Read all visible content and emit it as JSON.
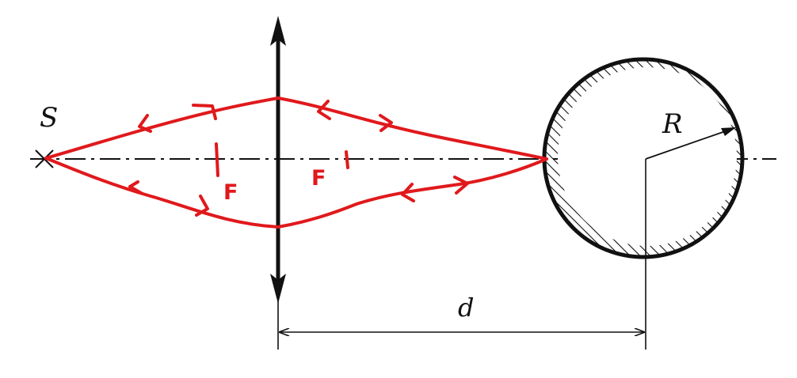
{
  "labels": {
    "source": "S",
    "radius": "R",
    "distance": "d",
    "focus_left": "F",
    "focus_right": "F"
  },
  "colors": {
    "ink": "#111111",
    "annotation": "#e0191c",
    "background": "#ffffff"
  }
}
